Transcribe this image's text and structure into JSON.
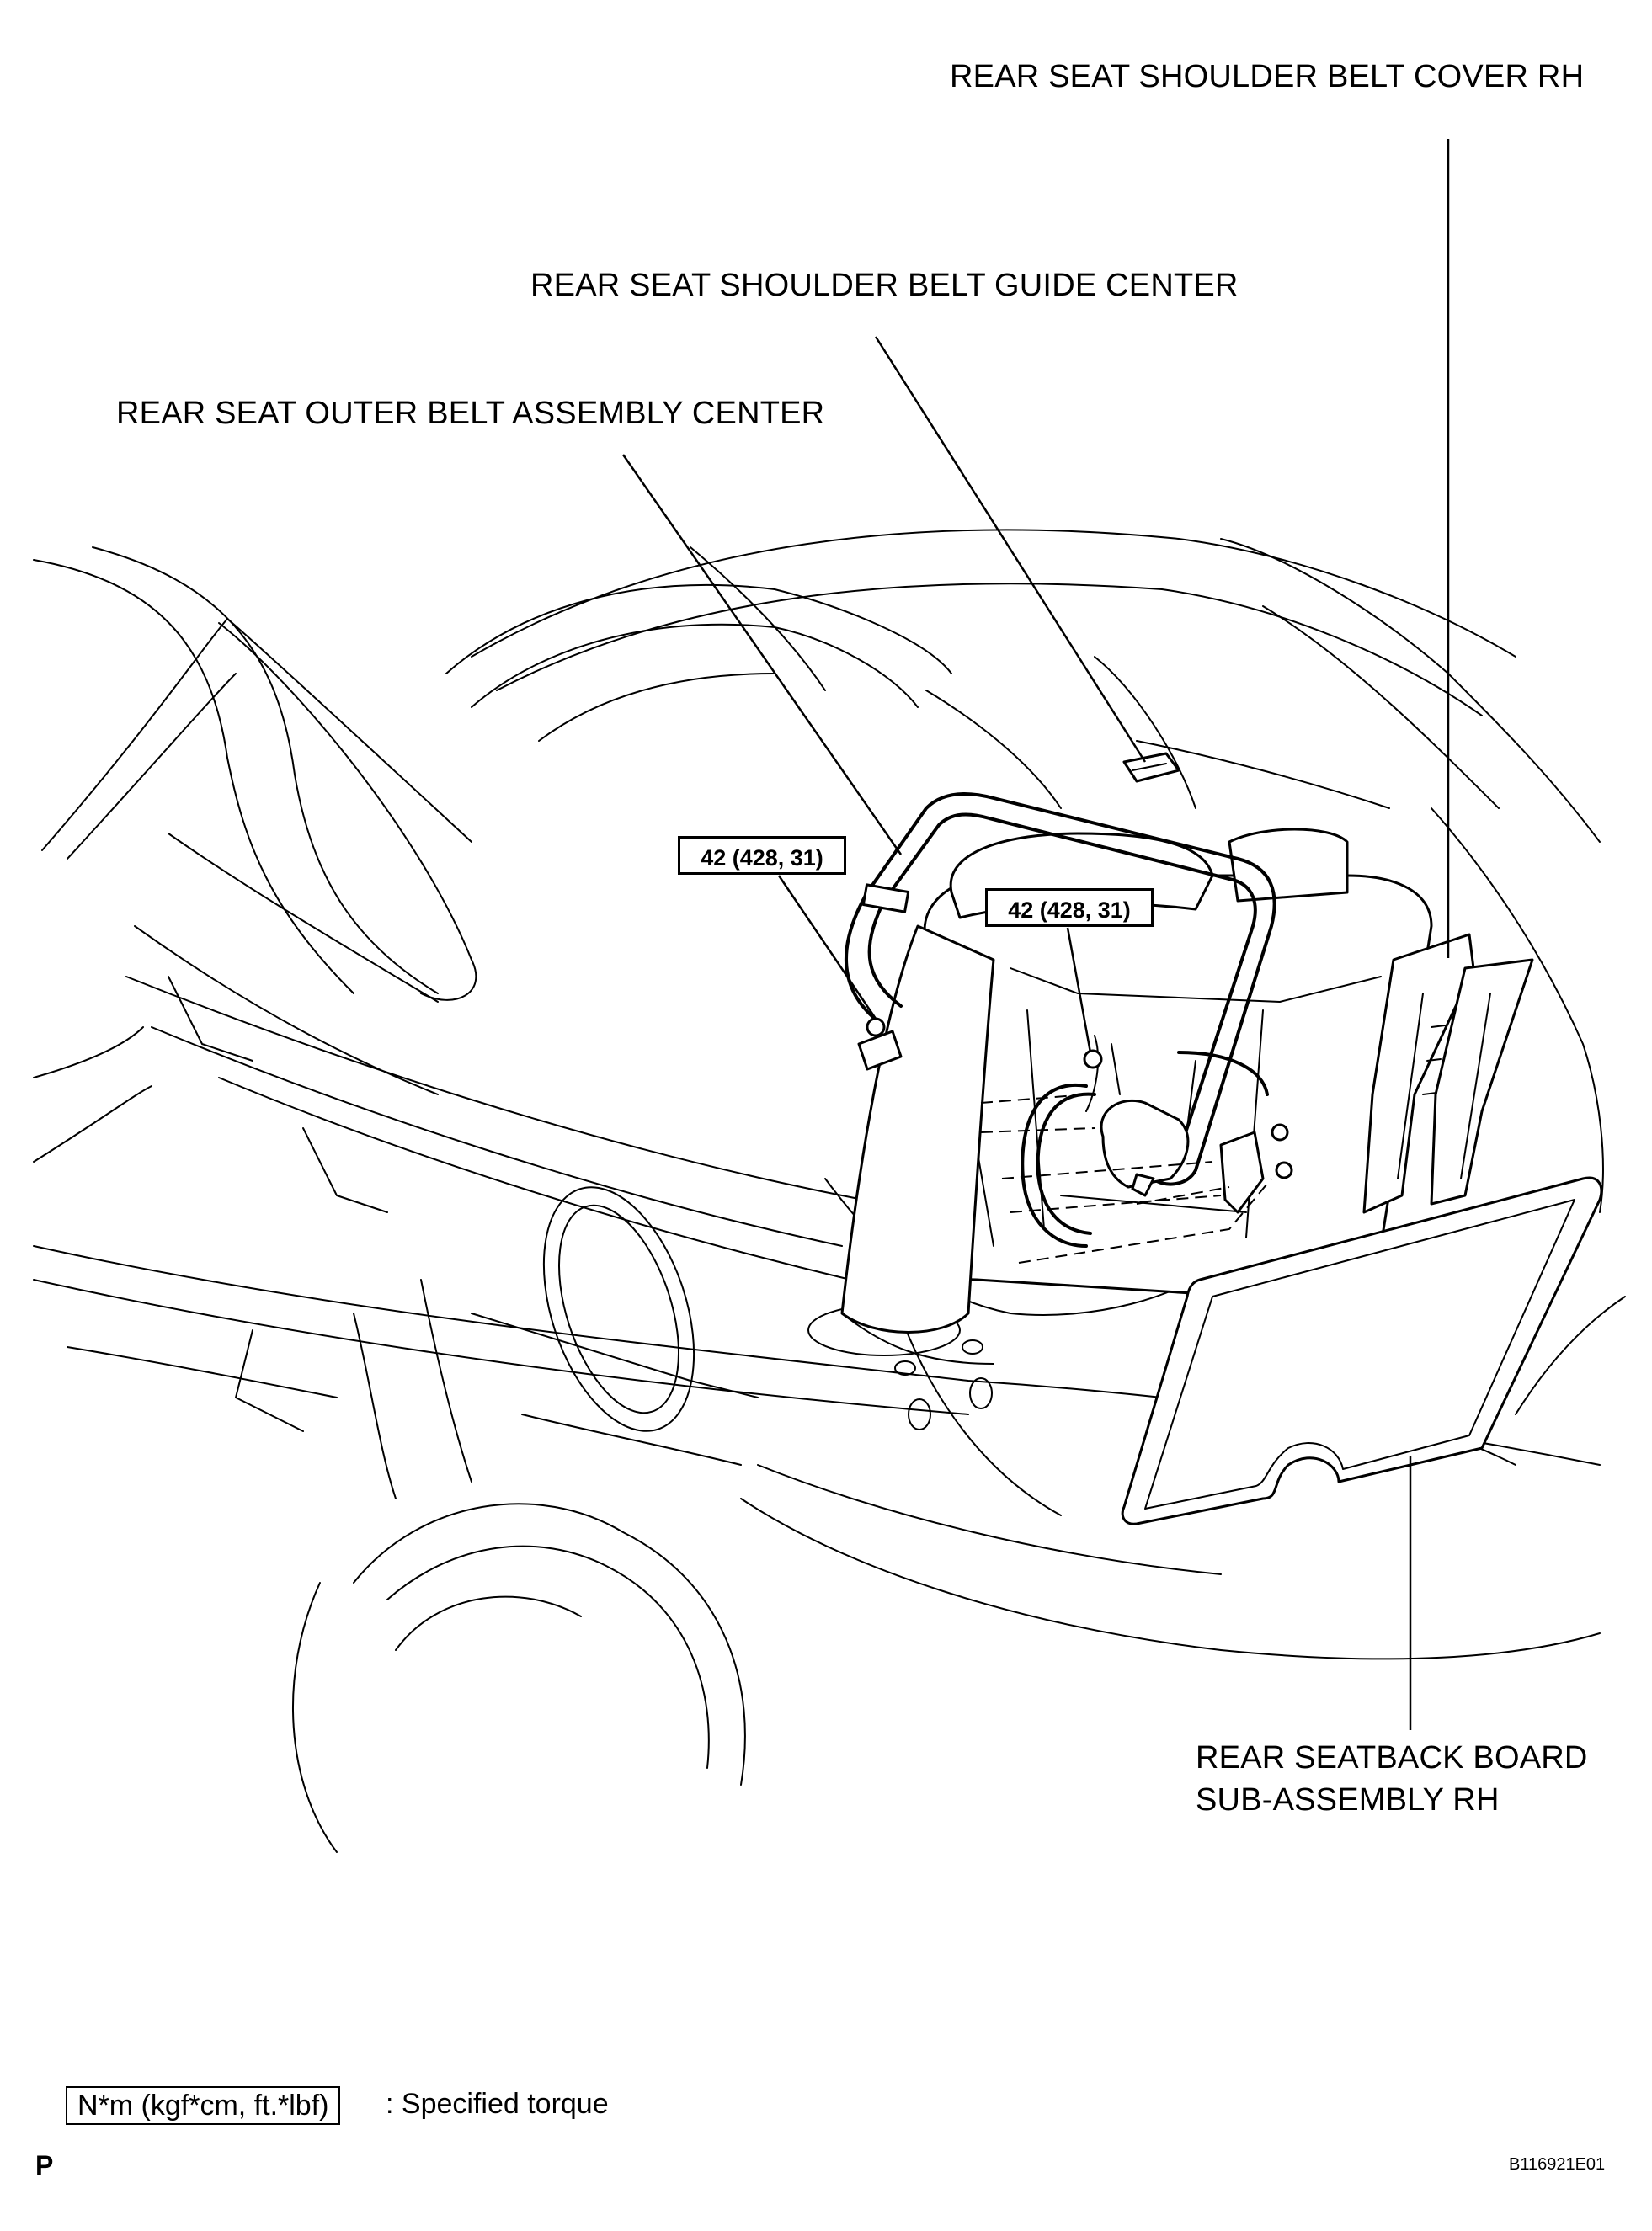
{
  "labels": {
    "shoulder_belt_cover": "REAR SEAT SHOULDER BELT COVER RH",
    "shoulder_belt_guide": "REAR SEAT SHOULDER BELT GUIDE CENTER",
    "outer_belt_assembly": "REAR SEAT OUTER BELT ASSEMBLY CENTER",
    "seatback_board_line1": "REAR SEATBACK BOARD",
    "seatback_board_line2": "SUB-ASSEMBLY RH"
  },
  "torque_values": {
    "upper_anchor": "42 (428, 31)",
    "retractor": "42 (428, 31)"
  },
  "legend": {
    "unit_box": "N*m (kgf*cm, ft.*lbf)",
    "description": ": Specified torque"
  },
  "footer": {
    "corner_letter": "P",
    "reference_id": "B116921E01"
  }
}
